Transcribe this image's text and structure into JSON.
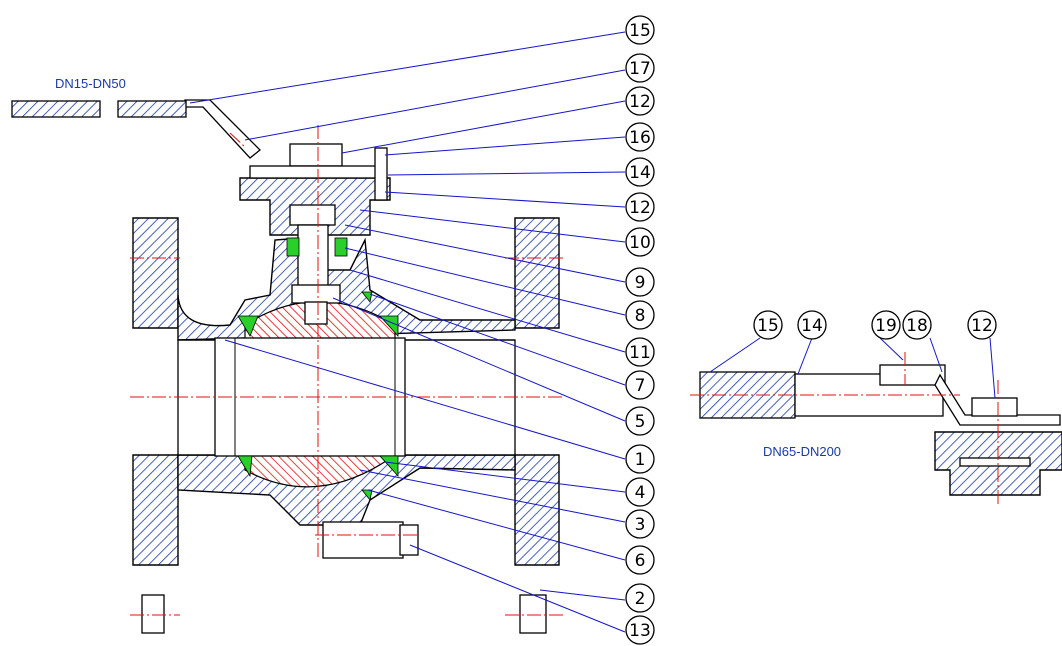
{
  "labels": {
    "small_size_range": "DN15-DN50",
    "large_size_range": "DN65-DN200"
  },
  "main_balloons": [
    "15",
    "17",
    "12",
    "16",
    "14",
    "12",
    "10",
    "9",
    "8",
    "11",
    "7",
    "5",
    "1",
    "4",
    "3",
    "6",
    "2",
    "13"
  ],
  "handle_balloons": [
    "15",
    "14",
    "19",
    "18",
    "12"
  ],
  "colors": {
    "leader": "#1515c8",
    "label_text": "#1a3aa8",
    "centerline": "#e01010",
    "seal": "#2ad02a",
    "ball_hatch": "#e01010"
  }
}
